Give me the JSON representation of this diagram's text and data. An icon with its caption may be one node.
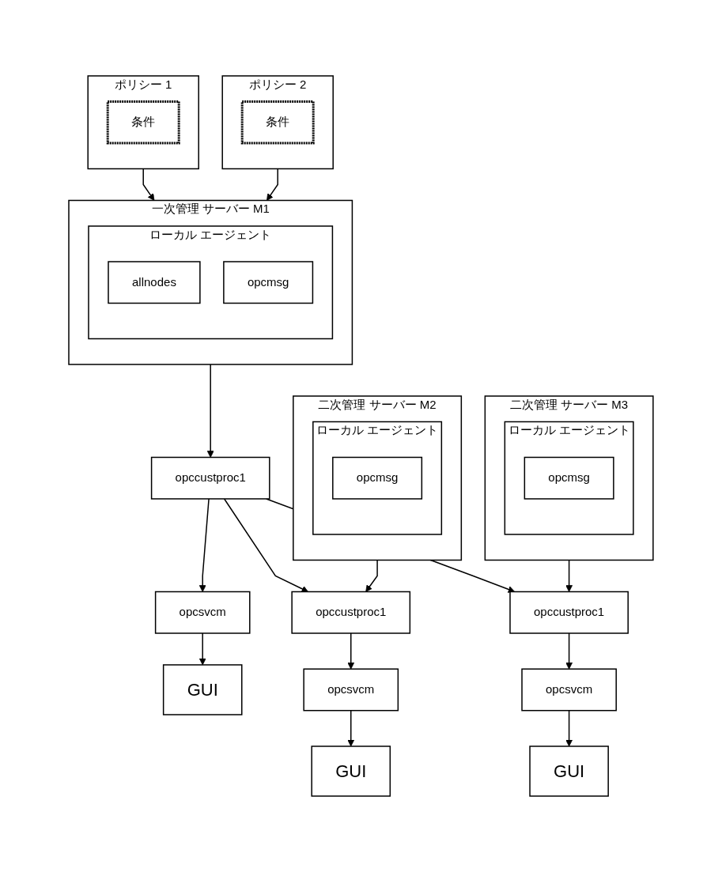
{
  "diagram": {
    "nodes": [
      {
        "text": [
          "ポリシー 1"
        ]
      },
      {
        "text": [
          "条件"
        ],
        "in": 0
      },
      {
        "text": [
          "ポリシー 2"
        ]
      },
      {
        "text": [
          "条件"
        ],
        "in": 2
      },
      {
        "text": [
          "一次管理 サーバー M1"
        ]
      },
      {
        "text": [
          "ローカル エージェント"
        ],
        "in": 4
      },
      {
        "text": [
          "allnodes"
        ],
        "in": 5
      },
      {
        "text": [
          "opcmsg"
        ],
        "in": 5
      },
      {
        "text": [
          "opccustproc1"
        ]
      },
      {
        "text": [
          "opcsvcm"
        ]
      },
      {
        "text": [
          "GUI"
        ]
      },
      {
        "text": [
          "二次管理 サーバー M2"
        ]
      },
      {
        "text": [
          "ローカル エージェント"
        ],
        "in": 11
      },
      {
        "text": [
          "opcmsg"
        ],
        "in": 12
      },
      {
        "text": [
          "opccustproc1"
        ]
      },
      {
        "text": [
          "opcsvcm"
        ]
      },
      {
        "text": [
          "GUI"
        ]
      },
      {
        "text": [
          "二次管理 サーバー M3"
        ]
      },
      {
        "text": [
          "ローカル エージェント"
        ],
        "in": 17
      },
      {
        "text": [
          "opcmsg"
        ],
        "in": 18
      },
      {
        "text": [
          "opccustproc1"
        ]
      },
      {
        "text": [
          "opcsvcm"
        ]
      },
      {
        "text": [
          "GUI"
        ]
      }
    ],
    "edges": [
      {
        "from": 0,
        "to": 4,
        "arrow": "to"
      },
      {
        "from": 2,
        "to": 4,
        "arrow": "to"
      },
      {
        "from": 4,
        "to": 8,
        "arrow": "to"
      },
      {
        "from": 8,
        "to": 9,
        "arrow": "to"
      },
      {
        "from": 9,
        "to": 10,
        "arrow": "to"
      },
      {
        "from": 8,
        "to": 14,
        "arrow": "to"
      },
      {
        "from": 8,
        "to": 20,
        "arrow": "to"
      },
      {
        "from": 11,
        "to": 14,
        "arrow": "to"
      },
      {
        "from": 14,
        "to": 15,
        "arrow": "to"
      },
      {
        "from": 15,
        "to": 16,
        "arrow": "to"
      },
      {
        "from": 17,
        "to": 20,
        "arrow": "to"
      },
      {
        "from": 20,
        "to": 21,
        "arrow": "to"
      },
      {
        "from": 21,
        "to": 22,
        "arrow": "to"
      }
    ]
  }
}
